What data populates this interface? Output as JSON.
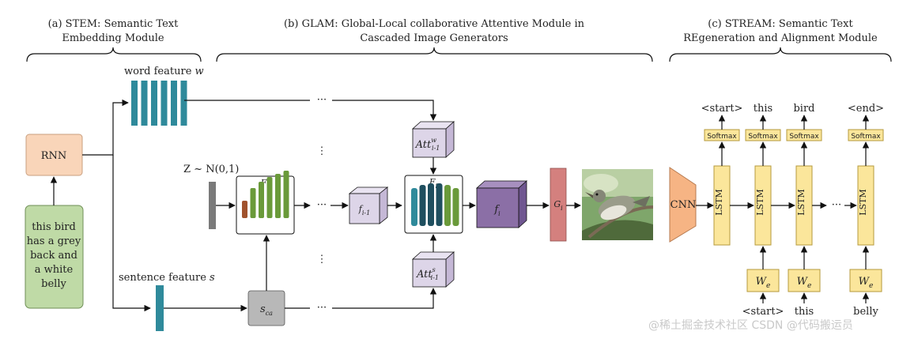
{
  "sections": {
    "stem": {
      "line1": "(a) STEM: Semantic Text",
      "line2": "Embedding Module"
    },
    "glam": {
      "line1": "(b) GLAM: Global-Local collaborative Attentive Module in",
      "line2": "Cascaded Image Generators"
    },
    "stream": {
      "line1": "(c) STREAM: Semantic Text",
      "line2": "REgeneration and Alignment Module"
    }
  },
  "stem": {
    "rnn": "RNN",
    "input_text": [
      "this bird",
      "has a grey",
      "back and",
      "a white",
      "belly"
    ],
    "word_feature": "word feature w",
    "sentence_feature": "sentence feature s"
  },
  "glam": {
    "noise": "Z ~ N(0,1)",
    "f0": "F0",
    "fi_block": "Fi",
    "fi_minus_1": "fi-1",
    "fi": "fi",
    "att_w": "Att w i-1",
    "att_s": "Att s i-1",
    "sca": "sca",
    "gi": "Gi",
    "dots": "···",
    "vdots": "⋮"
  },
  "stream": {
    "cnn": "CNN",
    "lstm": "LSTM",
    "softmax": "Softmax",
    "we": "We",
    "outputs": [
      "<start>",
      "this",
      "bird",
      "<end>"
    ],
    "inputs": [
      "<start>",
      "this",
      "belly"
    ],
    "dots": "···"
  },
  "watermark": "@稀土掘金技术社区  CSDN @代码搬运员",
  "colors": {
    "rnn": "#f9d5b9",
    "text_box": "#bfdaa6",
    "feature_teal": "#2f8a9b",
    "noise_gray": "#7a7a7a",
    "purple_light": "#ddd5e8",
    "purple_dark": "#8b6fa6",
    "gi": "#d4807e",
    "cnn": "#f6b484",
    "lstm": "#fbe69b",
    "sca": "#b8b8b8"
  }
}
